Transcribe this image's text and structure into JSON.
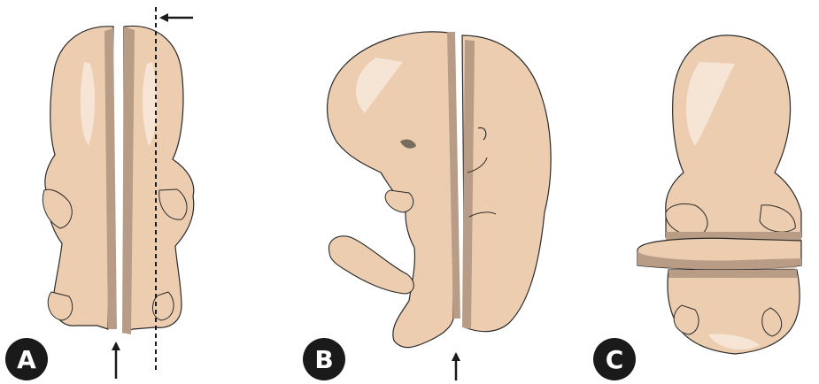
{
  "figure": {
    "panels": [
      {
        "id": "A",
        "label": "A",
        "view": "frontal-section"
      },
      {
        "id": "B",
        "label": "B",
        "view": "sagittal-section"
      },
      {
        "id": "C",
        "label": "C",
        "view": "transverse-section"
      }
    ],
    "colors": {
      "skin": "#EDCDB0",
      "skin_light": "#F6E4D4",
      "skin_shadow": "#B89C86",
      "cut_face": "#E6C3A3",
      "outline": "#2A2A2A",
      "badge": "#1A1A1A",
      "badge_text": "#FFFFFF"
    },
    "icons": [
      "arrow-icon",
      "dashed-plane-line"
    ]
  }
}
